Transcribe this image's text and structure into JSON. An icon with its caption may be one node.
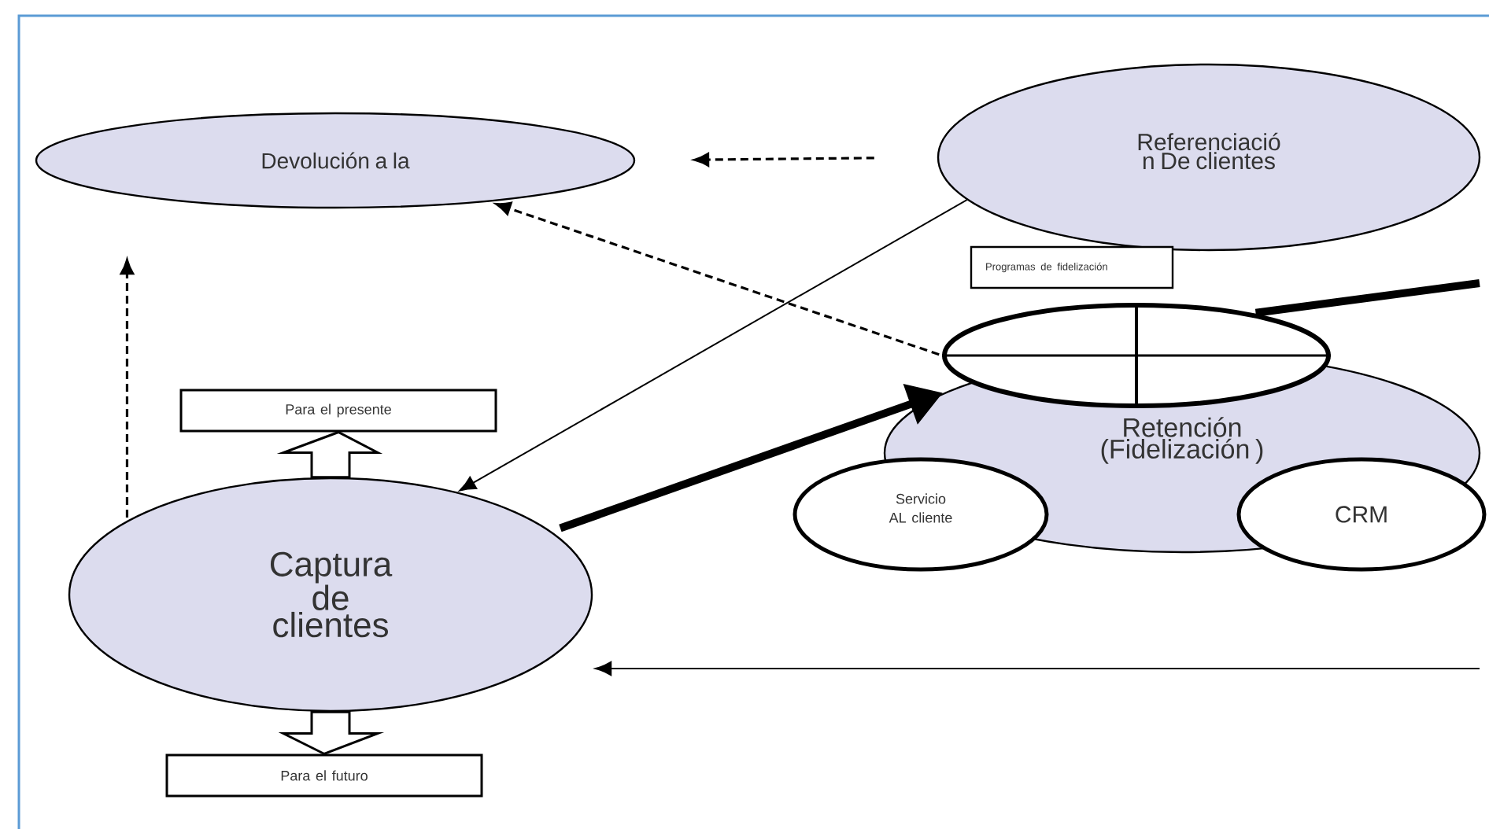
{
  "diagram": {
    "nodes": [
      {
        "text": [
          "Devolución a la"
        ]
      },
      {
        "text": [
          "Referenciació n De clientes"
        ]
      },
      {
        "text": [
          "Programas de fidelización"
        ]
      },
      {
        "text": [],
        "shape": "circle"
      },
      {
        "text": [
          "Para el presente"
        ]
      },
      {
        "text": [
          "Retención (Fidelización )"
        ]
      },
      {
        "text": [
          "Servicio AL cliente"
        ]
      },
      {
        "text": [
          "CRM"
        ]
      },
      {
        "text": [
          "Captura de clientes"
        ]
      },
      {
        "text": [
          "Para el futuro"
        ]
      }
    ],
    "edges": [
      {
        "from": 1,
        "to": 0,
        "arrow": "to",
        "style": "dashed"
      },
      {
        "from": 3,
        "to": 0,
        "arrow": "to",
        "style": "dashed"
      },
      {
        "from": 8,
        "to": 0,
        "arrow": "to",
        "style": "dashed"
      },
      {
        "from": 1,
        "to": 8,
        "arrow": "to"
      },
      {
        "from": 8,
        "to": 5,
        "arrow": "to",
        "style": "thick"
      },
      {
        "from": 3,
        "to": null,
        "arrow": "none",
        "style": "thick"
      },
      {
        "from": null,
        "to": 8,
        "arrow": "to"
      },
      {
        "from": 8,
        "to": 4,
        "arrow": "to"
      },
      {
        "from": 8,
        "to": 9,
        "arrow": "to"
      }
    ]
  }
}
